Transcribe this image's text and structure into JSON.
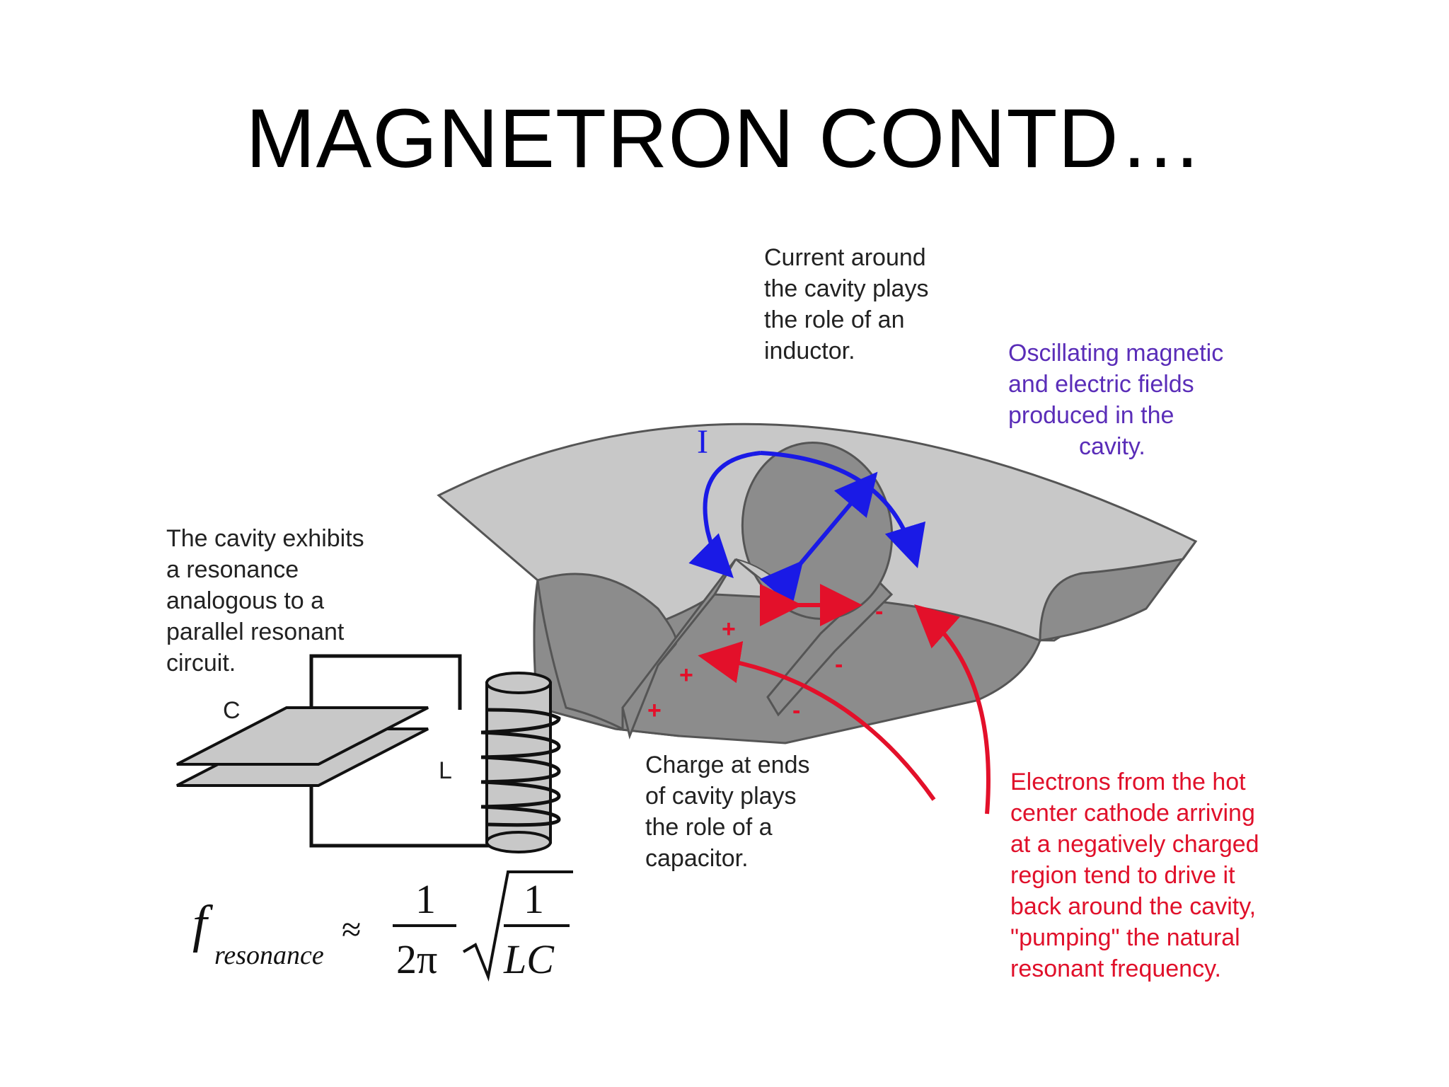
{
  "title": "MAGNETRON CONTD…",
  "labels": {
    "inductor": [
      "Current around",
      "the cavity plays",
      "the role of an",
      "inductor."
    ],
    "fields": [
      "Oscillating magnetic",
      "and electric fields",
      "produced in the",
      "cavity."
    ],
    "resonance": [
      "The cavity exhibits",
      "a resonance",
      "analogous to a",
      "parallel resonant",
      "circuit."
    ],
    "capacitor": [
      "Charge at ends",
      "of cavity plays",
      "the role of a",
      "capacitor."
    ],
    "electrons": [
      "Electrons from the hot",
      "center cathode arriving",
      "at a negatively charged",
      "region tend to drive it",
      "back around the cavity,",
      "\"pumping\" the natural",
      "resonant frequency."
    ]
  },
  "symbols": {
    "current": "I",
    "capacitor": "C",
    "inductor": "L",
    "plus": "+",
    "minus": "-"
  },
  "formula": {
    "f": "f",
    "subscript": "resonance",
    "approx": "≈",
    "one": "1",
    "two_pi": "2π",
    "lc": "LC"
  },
  "colors": {
    "blue": "#1a1ae6",
    "red": "#e3102a",
    "purple_text": "#5a2db8",
    "light_gray": "#c8c8c8",
    "dark_gray": "#8c8c8c"
  }
}
